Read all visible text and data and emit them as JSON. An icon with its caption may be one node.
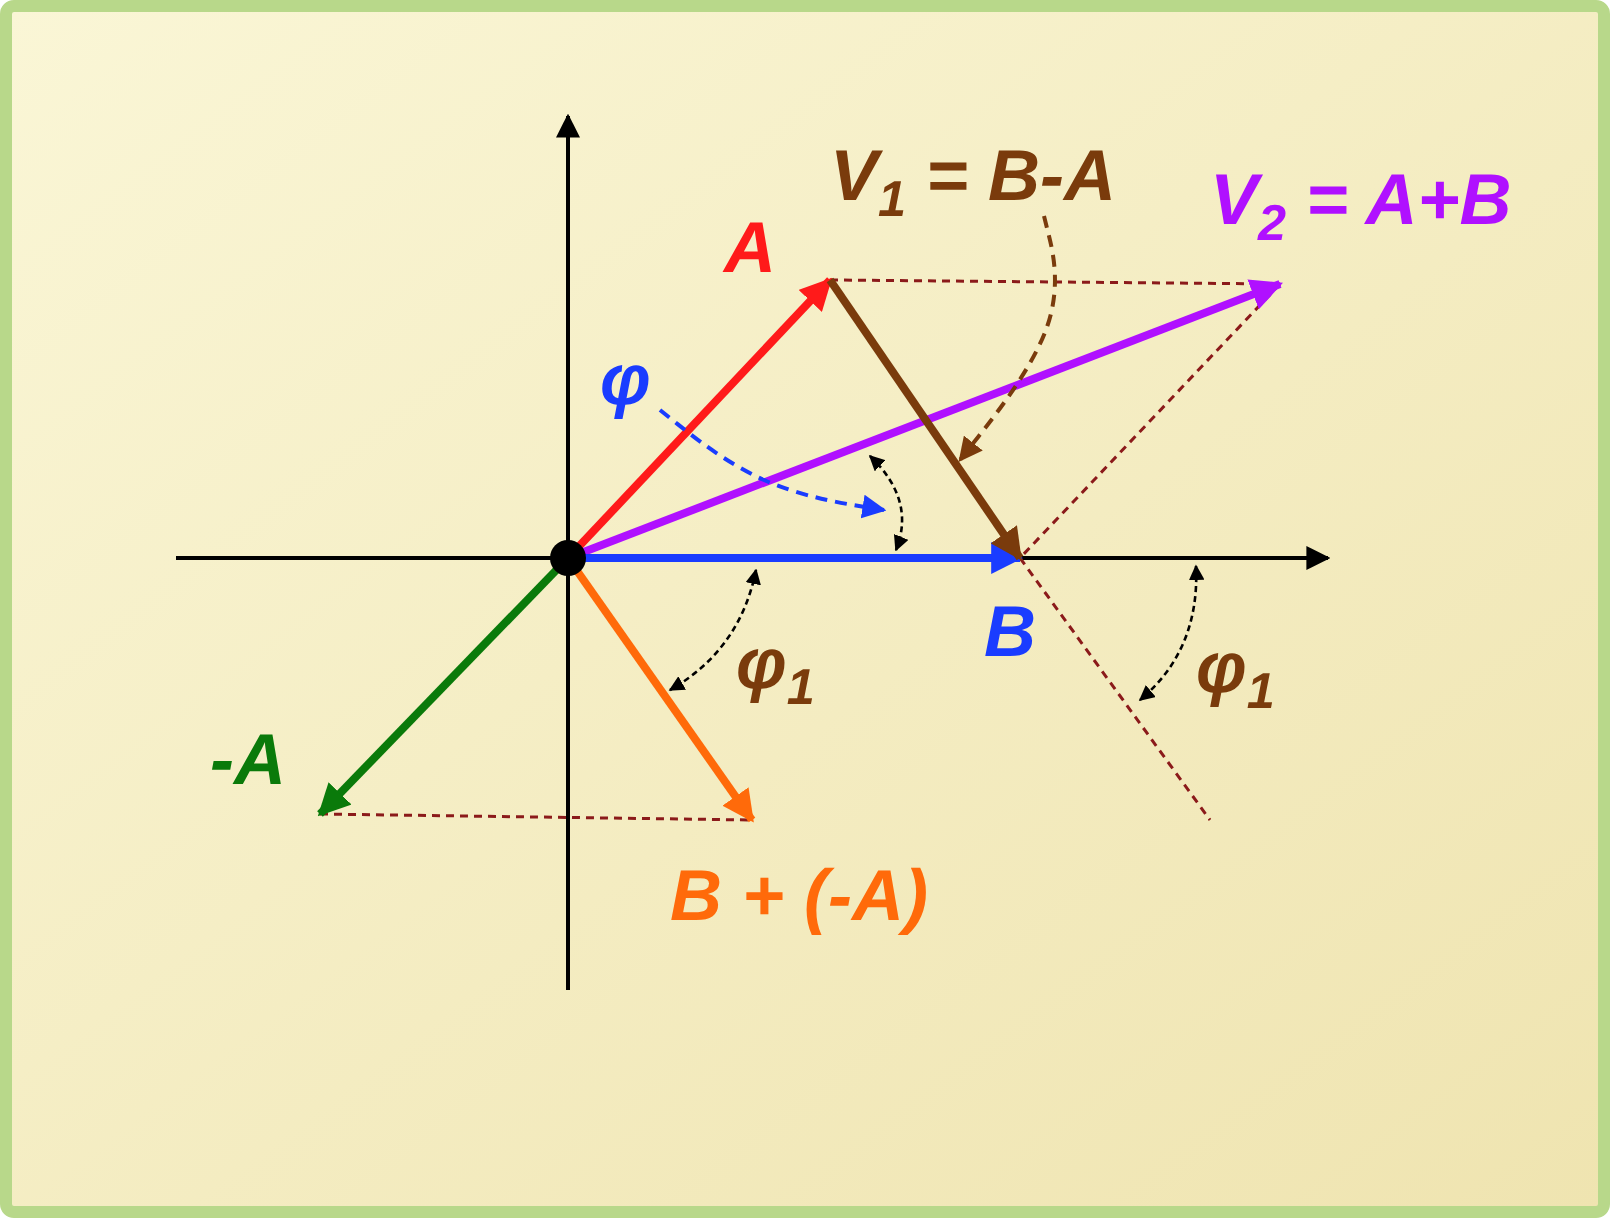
{
  "diagram": {
    "nodes": [
      {
        "text": [
          "V$_{1}$ = B-A"
        ]
      },
      {
        "text": [
          "φ"
        ]
      }
    ],
    "edges": [
      {
        "from": 0,
        "to": null,
        "arrow": "to",
        "style": "dashed",
        "color": "#7a3b0c"
      },
      {
        "from": 1,
        "to": null,
        "arrow": "to",
        "style": "dashed",
        "color": "#1a3cff"
      }
    ],
    "labels": [
      "V$_{2}$ = A+B",
      "A",
      "B",
      "φ$_{1}$",
      "φ$_{1}$",
      "-A",
      "B + (-A)"
    ]
  }
}
